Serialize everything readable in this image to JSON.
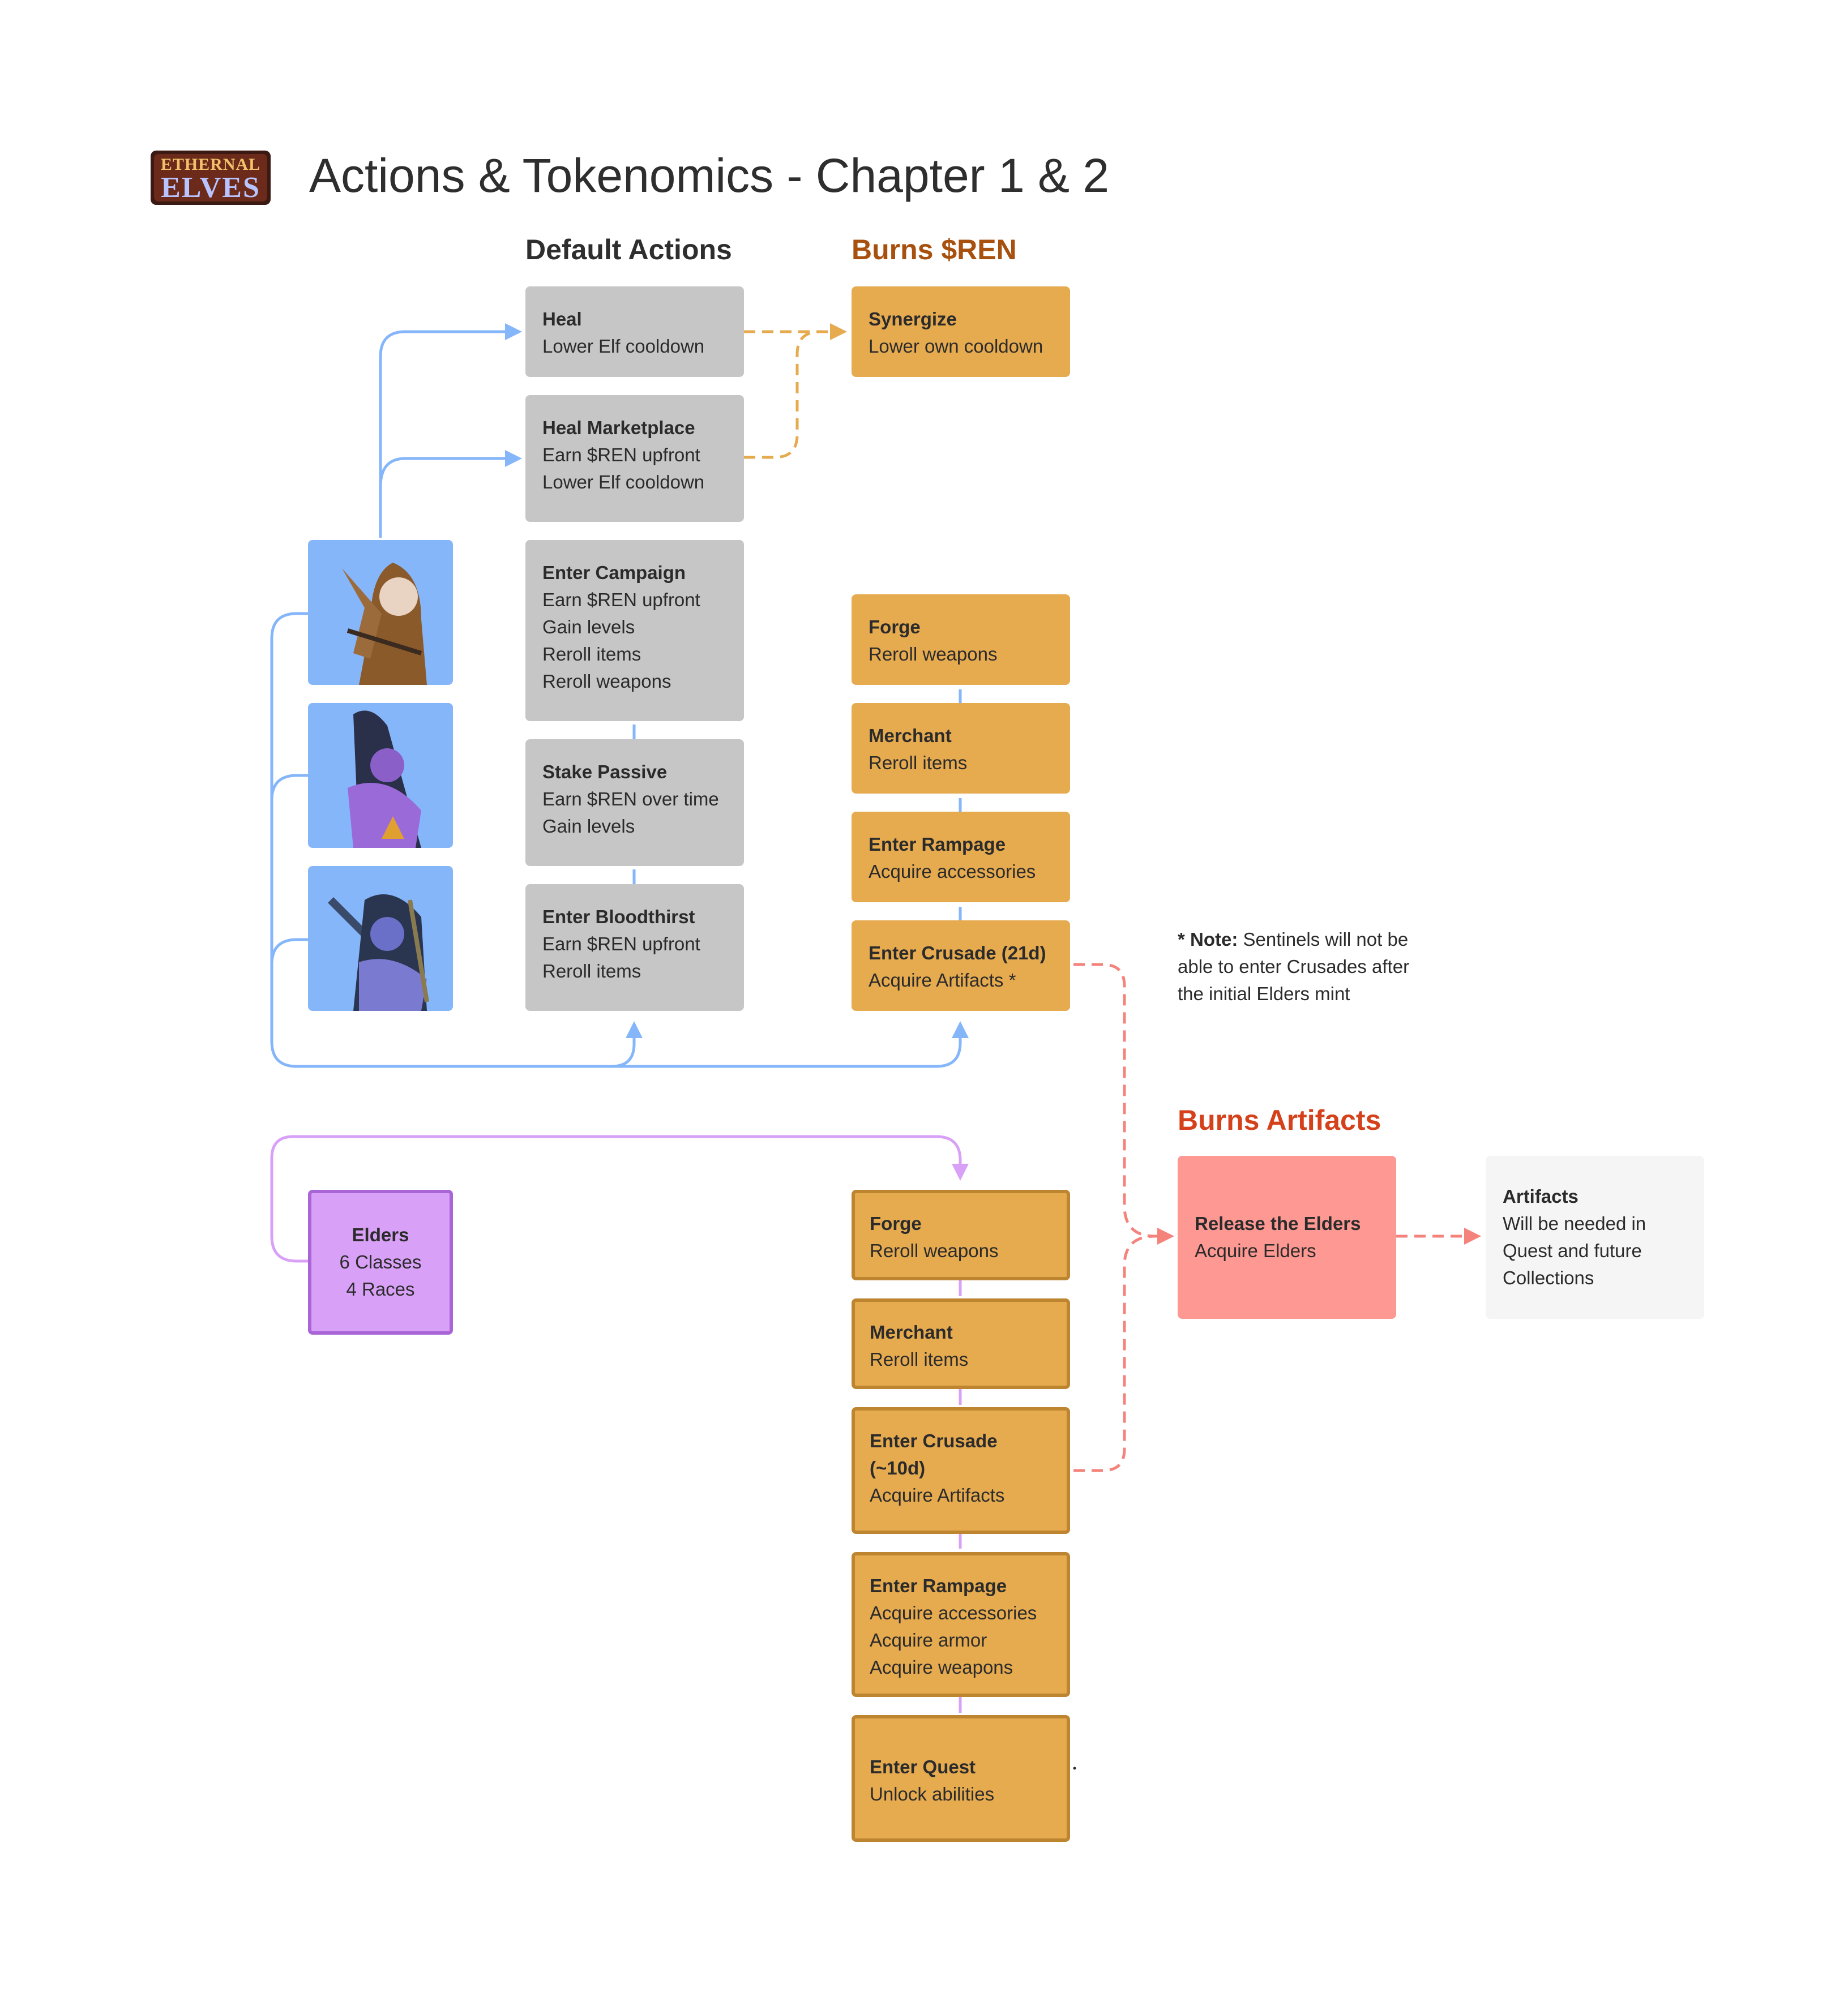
{
  "header": {
    "logo_line1": "ETHERNAL",
    "logo_line2": "ELVES",
    "title": "Actions & Tokenomics - Chapter 1 & 2"
  },
  "sections": {
    "default_actions": "Default Actions",
    "burns_ren": "Burns $REN",
    "burns_artifacts": "Burns Artifacts"
  },
  "default_actions": [
    {
      "title": "Heal",
      "lines": [
        "Lower Elf cooldown"
      ]
    },
    {
      "title": "Heal Marketplace",
      "lines": [
        "Earn $REN upfront",
        "Lower Elf cooldown"
      ]
    },
    {
      "title": "Enter Campaign",
      "lines": [
        "Earn $REN upfront",
        "Gain levels",
        "Reroll items",
        "Reroll weapons"
      ]
    },
    {
      "title": "Stake Passive",
      "lines": [
        "Earn $REN over time",
        "Gain levels"
      ]
    },
    {
      "title": "Enter Bloodthirst",
      "lines": [
        "Earn $REN upfront",
        "Reroll items"
      ]
    }
  ],
  "burns_ren": {
    "synergize": {
      "title": "Synergize",
      "lines": [
        "Lower own cooldown"
      ]
    },
    "chapter1": [
      {
        "title": "Forge",
        "lines": [
          "Reroll weapons"
        ]
      },
      {
        "title": "Merchant",
        "lines": [
          "Reroll items"
        ]
      },
      {
        "title": "Enter Rampage",
        "lines": [
          "Acquire accessories"
        ]
      },
      {
        "title": "Enter Crusade (21d)",
        "lines": [
          "Acquire Artifacts *"
        ]
      }
    ],
    "elders_actions": [
      {
        "title": "Forge",
        "lines": [
          "Reroll weapons"
        ]
      },
      {
        "title": "Merchant",
        "lines": [
          "Reroll items"
        ]
      },
      {
        "title": "Enter Crusade",
        "title2": "(~10d)",
        "lines": [
          "Acquire Artifacts"
        ]
      },
      {
        "title": "Enter Rampage",
        "lines": [
          "Acquire accessories",
          "Acquire armor",
          "Acquire weapons"
        ]
      },
      {
        "title": "Enter Quest",
        "lines": [
          "Unlock abilities"
        ]
      }
    ]
  },
  "elders": {
    "title": "Elders",
    "lines": [
      "6 Classes",
      "4 Races"
    ]
  },
  "note": {
    "bold": "* Note:",
    "text": " Sentinels will not be able to enter Crusades after the initial Elders mint"
  },
  "release": {
    "title": "Release the Elders",
    "lines": [
      "Acquire Elders"
    ]
  },
  "artifacts": {
    "title": "Artifacts",
    "lines": [
      "Will be needed in",
      "Quest and future",
      "Collections"
    ]
  },
  "colors": {
    "gray_box": "#c6c6c6",
    "orange_box": "#e6aa4f",
    "salmon_box": "#fd9892",
    "purple_box": "#d8a1f7",
    "blue_connector": "#86b6fa",
    "orange_connector": "#e6aa4f",
    "red_connector": "#f4837c",
    "purple_connector": "#d8a1f7"
  },
  "icons": [
    "ethernal-elves-logo",
    "elf-ranger-avatar",
    "elf-druid-avatar",
    "elf-warrior-avatar"
  ]
}
